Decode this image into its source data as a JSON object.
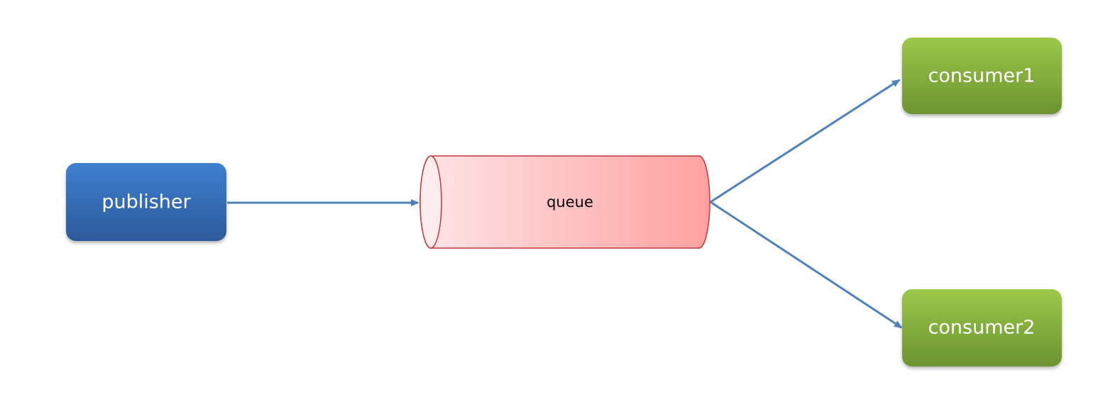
{
  "nodes": {
    "publisher": {
      "label": "publisher",
      "color_top": "#3E7FD0",
      "color_bottom": "#2C5A9A"
    },
    "queue": {
      "label": "queue",
      "fill_light": "#FFE6E8",
      "fill_dark": "#FFA0A0",
      "stroke": "#C0393F"
    },
    "consumer1": {
      "label": "consumer1",
      "color_top": "#9CC84A",
      "color_bottom": "#6C9230"
    },
    "consumer2": {
      "label": "consumer2",
      "color_top": "#9CC84A",
      "color_bottom": "#6C9230"
    }
  },
  "edges": [
    {
      "from": "publisher",
      "to": "queue"
    },
    {
      "from": "queue",
      "to": "consumer1"
    },
    {
      "from": "queue",
      "to": "consumer2"
    }
  ],
  "colors": {
    "arrow": "#4F81BD"
  }
}
